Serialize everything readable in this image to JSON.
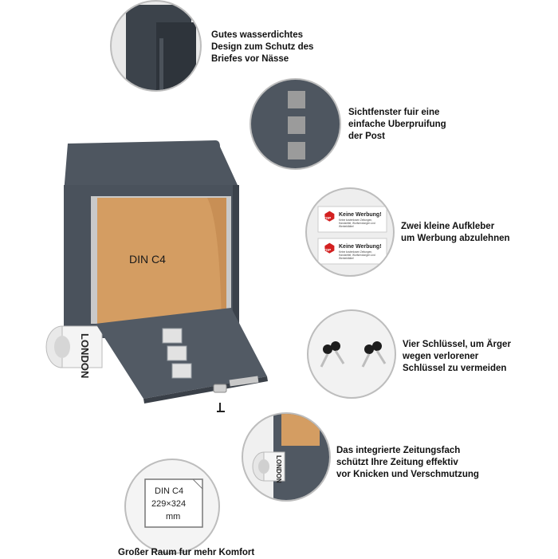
{
  "features": [
    {
      "lines": [
        "Gutes wasserdichtes",
        "Design zum Schutz des",
        "Briefes vor Nässe"
      ]
    },
    {
      "lines": [
        "Sichtfenster fuir eine",
        "einfache Uberpruifung",
        "der Post"
      ]
    },
    {
      "lines": [
        "Zwei kleine Aufkleber",
        "um Werbung abzulehnen"
      ]
    },
    {
      "lines": [
        "Vier Schlüssel, um Ärger",
        "wegen verlorener",
        "Schlüssel zu vermeiden"
      ]
    },
    {
      "lines": [
        "Das integrierte Zeitungsfach",
        "schützt Ihre Zeitung effektiv",
        "vor Knicken und Verschmutzung"
      ]
    },
    {
      "lines": [
        "Großer Raum fur mehr Komfort"
      ]
    }
  ],
  "mailbox": {
    "envelope_label": "DIN C4",
    "newspaper_text": "LONDON"
  },
  "sticker": {
    "stop_text": "STOP",
    "title": "Keine Werbung!",
    "body_lines": [
      "Keine kostenlosen Zeitungen,",
      "Handzettel, Wurfsendungen und",
      "Werbeblätter!"
    ]
  },
  "size_card": {
    "lines": [
      "DIN C4",
      "229×324",
      "mm"
    ]
  }
}
